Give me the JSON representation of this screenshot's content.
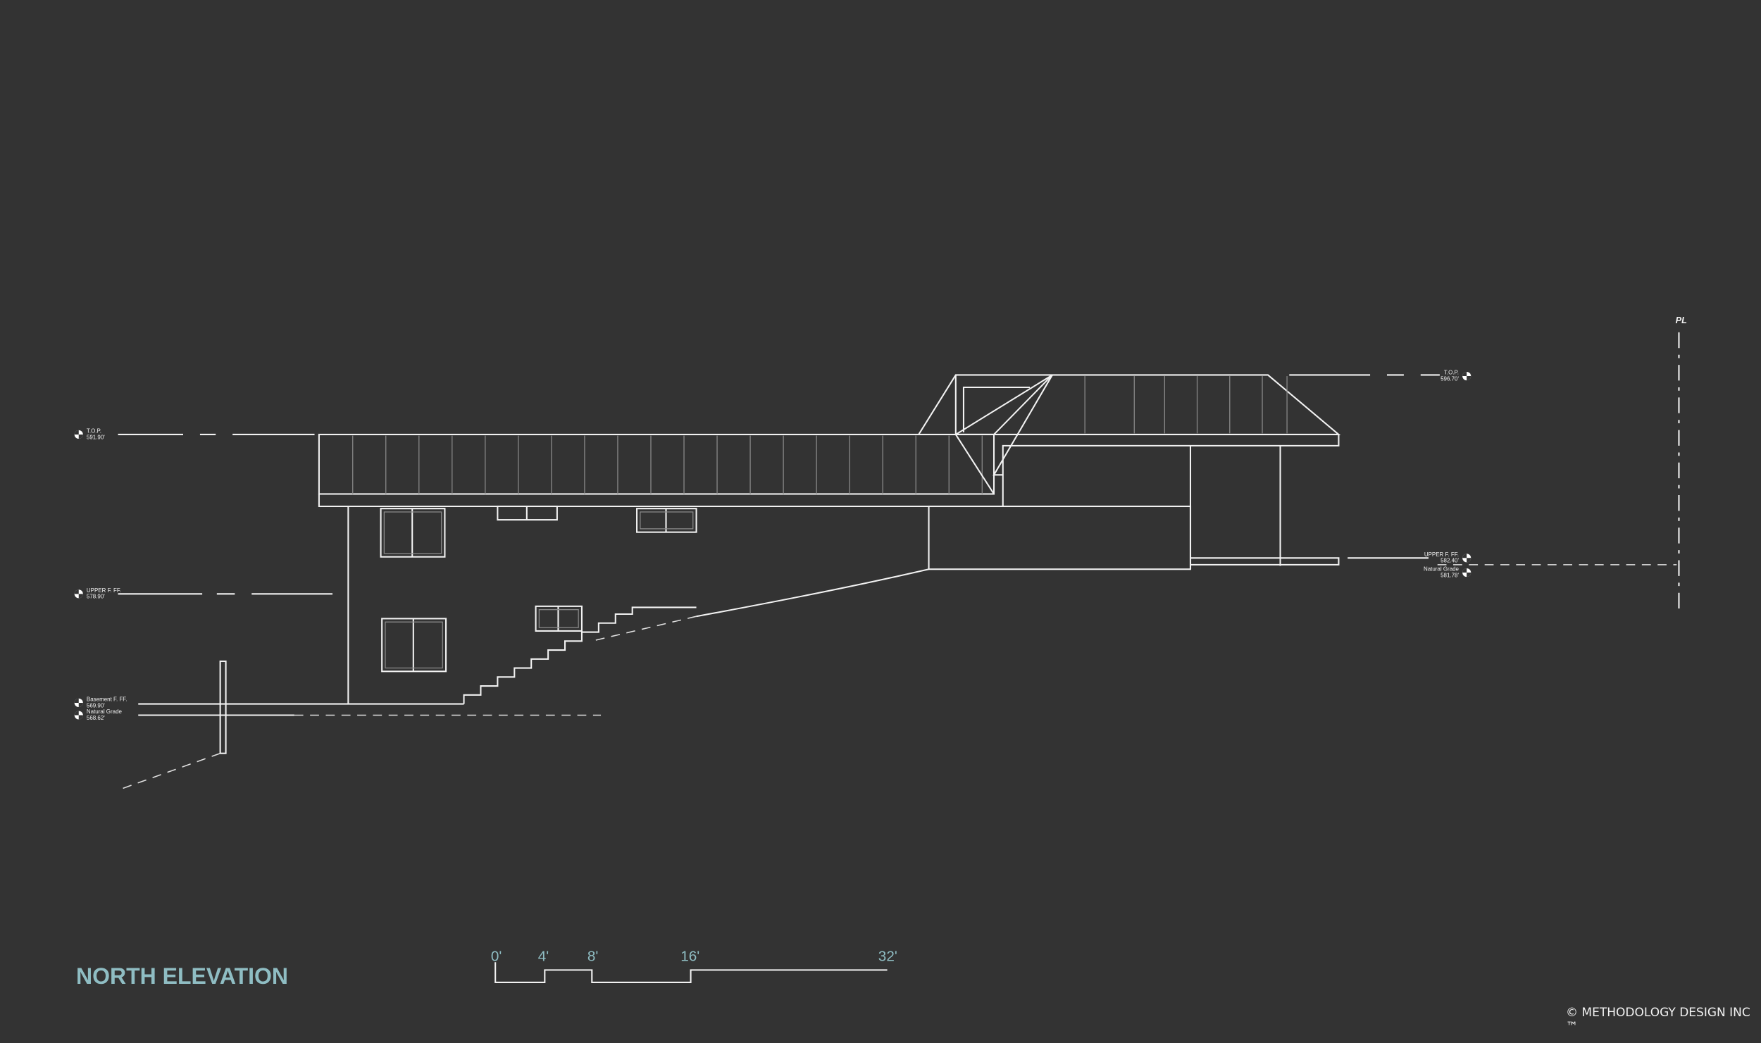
{
  "drawing": {
    "title": "NORTH ELEVATION",
    "copyright": "© METHODOLOGY DESIGN INC ™",
    "property_line": "PL",
    "accent_color": "#8fbdc3",
    "line_color": "#f2f2f2",
    "background_color": "#333333"
  },
  "levels_left": [
    {
      "name": "T.O.P.",
      "value": "591.90'"
    },
    {
      "name": "UPPER F. FF.",
      "value": "578.90'"
    },
    {
      "name": "Basement F. FF.",
      "value": "569.90'"
    },
    {
      "name": "Natural Grade",
      "value": "568.62'"
    }
  ],
  "levels_right": [
    {
      "name": "T.O.P.",
      "value": "596.70'"
    },
    {
      "name": "UPPER F. FF.",
      "value": "582.40'"
    },
    {
      "name": "Natural Grade",
      "value": "581.78'"
    }
  ],
  "scale_bar": {
    "ticks": [
      "0'",
      "4'",
      "8'",
      "16'",
      "32'"
    ]
  }
}
